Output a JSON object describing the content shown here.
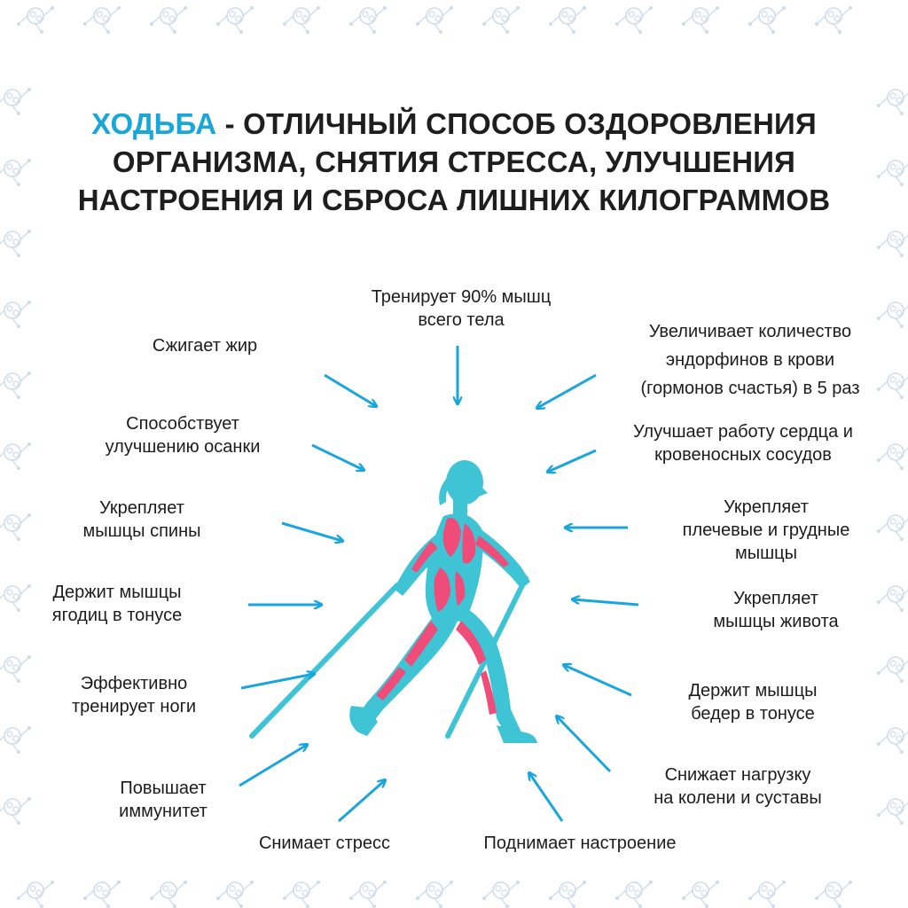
{
  "title": {
    "accent": "ХОДЬБА",
    "rest_line1": " - ОТЛИЧНЫЙ СПОСОБ ОЗДОРОВЛЕНИЯ",
    "line2": "ОРГАНИЗМА, СНЯТИЯ СТРЕССА, УЛУЧШЕНИЯ",
    "line3": "НАСТРОЕНИЯ И СБРОСА ЛИШНИХ КИЛОГРАММОВ"
  },
  "benefits": [
    {
      "id": "muscles-90",
      "lines": [
        "Тренирует 90% мышц",
        "всего тела"
      ]
    },
    {
      "id": "burns-fat",
      "lines": [
        "Сжигает жир"
      ]
    },
    {
      "id": "endorphins",
      "lines": [
        "Увеличивает количество",
        "эндорфинов в крови",
        "(гормонов счастья) в 5 раз"
      ]
    },
    {
      "id": "posture",
      "lines": [
        "Способствует",
        "улучшению осанки"
      ]
    },
    {
      "id": "heart",
      "lines": [
        "Улучшает работу сердца и",
        "кровеносных сосудов"
      ]
    },
    {
      "id": "back",
      "lines": [
        "Укрепляет",
        "мышцы спины"
      ]
    },
    {
      "id": "shoulders-chest",
      "lines": [
        "Укрепляет",
        "плечевые и грудные",
        "мышцы"
      ]
    },
    {
      "id": "glutes",
      "lines": [
        "Держит мышцы",
        "ягодиц в тонусе"
      ]
    },
    {
      "id": "abs",
      "lines": [
        "Укрепляет",
        "мышцы живота"
      ]
    },
    {
      "id": "legs",
      "lines": [
        "Эффективно",
        "тренирует ноги"
      ]
    },
    {
      "id": "thighs",
      "lines": [
        "Держит мышцы",
        "бедер в тонусе"
      ]
    },
    {
      "id": "immunity",
      "lines": [
        "Повышает",
        "иммунитет"
      ]
    },
    {
      "id": "knees",
      "lines": [
        "Снижает нагрузку",
        "на колени и суставы"
      ]
    },
    {
      "id": "stress",
      "lines": [
        "Снимает стресс"
      ]
    },
    {
      "id": "mood",
      "lines": [
        "Поднимает настроение"
      ]
    }
  ],
  "colors": {
    "accent": "#17a7d8",
    "arrow": "#1aa6dd",
    "figure": "#3fc4d6",
    "muscle": "#ef4c7a",
    "border_pattern": "#c9d9e8"
  },
  "icons": [
    "brain-circuit-pattern-icon",
    "nordic-walker-figure-icon",
    "arrow-icon"
  ]
}
